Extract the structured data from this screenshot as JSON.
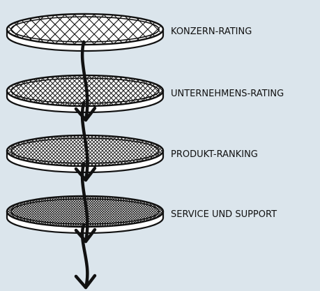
{
  "colors": {
    "background": "#dbe5ec",
    "ink": "#111111",
    "sieve_fill": "#ffffff"
  },
  "stages": [
    {
      "label": "KONZERN-RATING",
      "mesh": "coarse"
    },
    {
      "label": "UNTERNEHMENS-RATING",
      "mesh": "medium"
    },
    {
      "label": "PRODUKT-RANKING",
      "mesh": "fine"
    },
    {
      "label": "SERVICE UND SUPPORT",
      "mesh": "finest"
    }
  ],
  "icons": [
    "sieve-icon",
    "down-arrow-icon"
  ]
}
